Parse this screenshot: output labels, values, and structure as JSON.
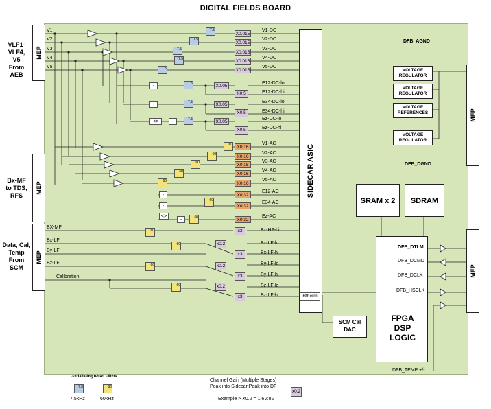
{
  "title": "DIGITAL FIELDS BOARD",
  "mep_label": "MEP",
  "sources": {
    "aeb": "VLF1-\nVLF4,\nV5\nFrom\nAEB",
    "tds": "Bx-MF\nto TDS,\nRFS",
    "scm": "Data, Cal,\nTemp\nFrom\nSCM"
  },
  "inputs": [
    "V1",
    "V2",
    "V3",
    "V4",
    "V5"
  ],
  "scm_inputs": [
    "BX-MF",
    "Bx-LF",
    "By-LF",
    "Bz-LF",
    "Calibration"
  ],
  "filters": {
    "f1": "7.5",
    "f2": "60"
  },
  "ops": {
    "minus": "-",
    "sum": "<>"
  },
  "dc": {
    "gains": [
      "X0.015",
      "X0.015",
      "X0.015",
      "X0.015",
      "X0.015"
    ],
    "outputs": [
      "V1-DC",
      "V2-DC",
      "V3-DC",
      "V4-DC",
      "V5-DC"
    ]
  },
  "edc": {
    "g1": "X0.05",
    "g2": "X0.5",
    "outputs": [
      "E12-DC-lo",
      "E12-DC-hi",
      "E34-DC-lo",
      "E34-DC-hi",
      "Ez-DC-lo",
      "Ez-DC-hi"
    ]
  },
  "ac": {
    "gains": [
      "X0.16",
      "X0.16",
      "X0.16",
      "X0.16",
      "X0.16",
      "X0.32",
      "X0.32",
      "X0.32"
    ],
    "outputs": [
      "V1-AC",
      "V2-AC",
      "V3-AC",
      "V4-AC",
      "V5-AC",
      "E12-AC",
      "E34-AC",
      "Ez-AC"
    ]
  },
  "scm": {
    "g1": "x0.2",
    "g2": "x3",
    "outputs": [
      "Bx-HF-hi",
      "Bx-LF-lo",
      "Bx-LF-hi",
      "By-LF-lo",
      "By-LF-hi",
      "Bz-LF-lo",
      "Bz-LF-hi"
    ]
  },
  "asic": "SIDECAR ASIC",
  "rtherm": "Rtherm",
  "power": {
    "agnd": "DFB_AGND",
    "dgnd": "DFB_DGND",
    "vr": "VOLTAGE\nREGULATOR",
    "vref": "VOLTAGE\nREFERENCES"
  },
  "sram": "SRAM x 2",
  "sdram": "SDRAM",
  "fpga": "FPGA\nDSP\nLOGIC",
  "dac": "SCM Cal\nDAC",
  "dsp_sig": [
    "DFB_DTLM",
    "DFB_DCMD",
    "DFB_DCLK",
    "DFB_HSCLK"
  ],
  "temp": "DFB_TEMP +/-",
  "legend": {
    "title": "Antialiasing Bessel Filters",
    "f1": "7.5kHz",
    "f2": "60kHz",
    "gain_title": "Channel Gain (Multiple Stages)\nPeak into Sidecar:Peak into DF",
    "gain_ex": "x0.2",
    "example": "Example > X0.2 = 1.6V:8V"
  },
  "colors": {
    "board": "#d6e6b8",
    "lowpass": "#b8cde4",
    "highpass": "#f2e47a",
    "gain": "#d9c9dd",
    "acgain": "#e8a46c"
  }
}
